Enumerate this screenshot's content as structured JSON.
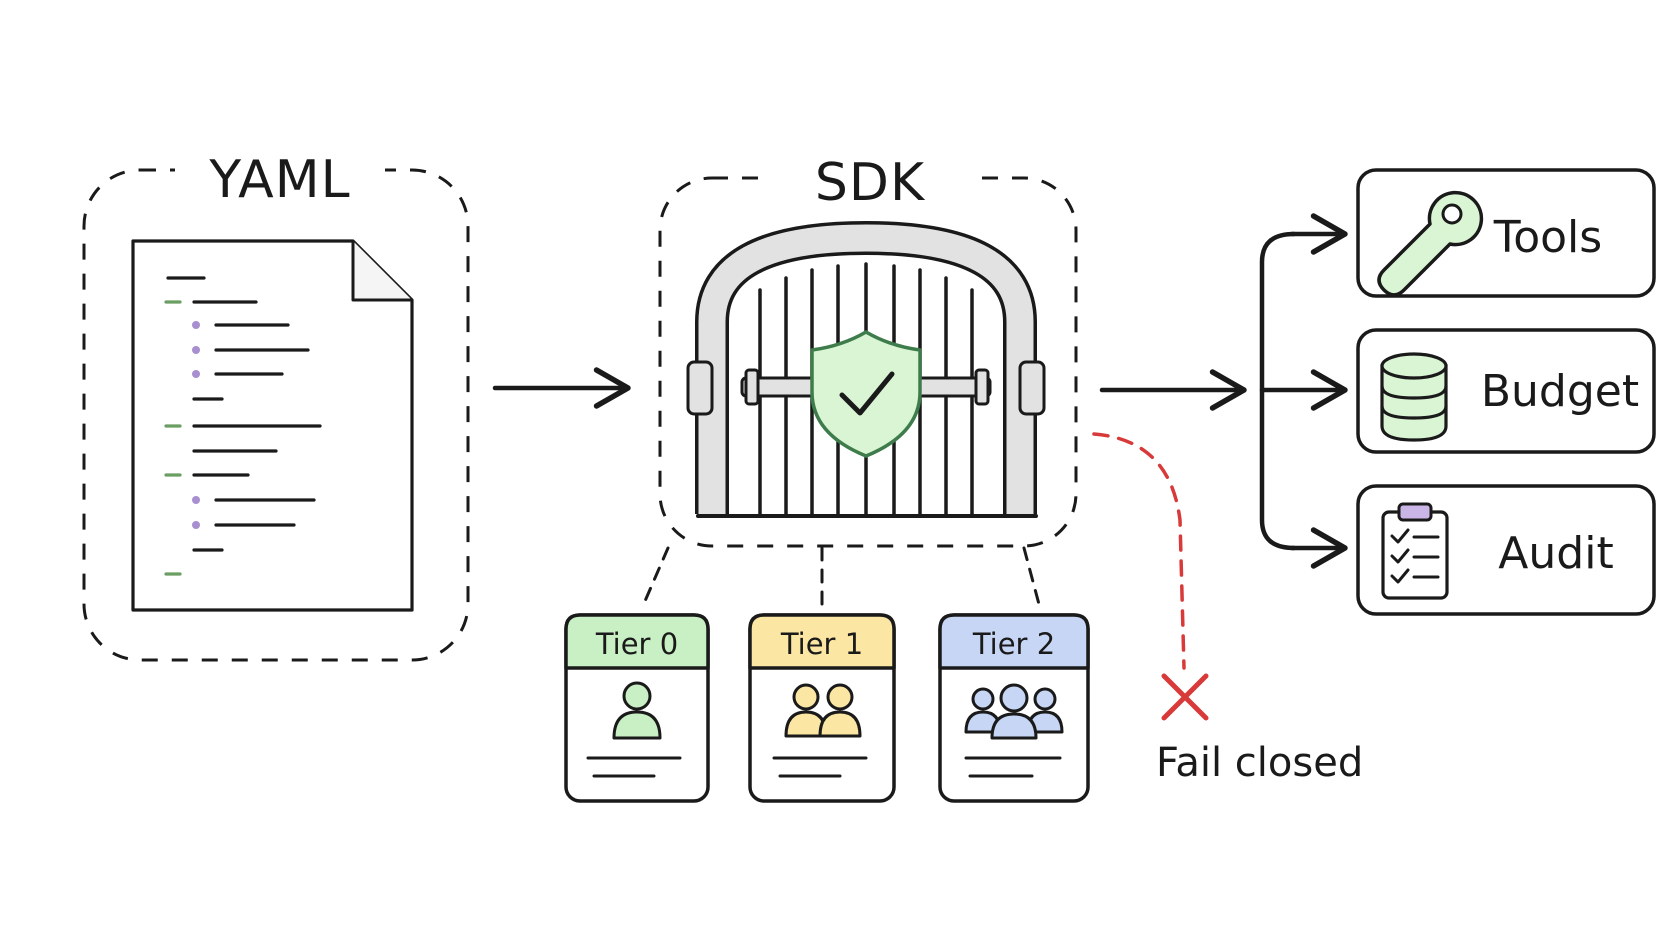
{
  "stages": {
    "yaml": {
      "label": "YAML"
    },
    "sdk": {
      "label": "SDK"
    }
  },
  "destinations": [
    {
      "label": "Tools",
      "icon": "wrench-icon"
    },
    {
      "label": "Budget",
      "icon": "database-icon"
    },
    {
      "label": "Audit",
      "icon": "clipboard-checklist-icon"
    }
  ],
  "tiers": [
    {
      "label": "Tier 0",
      "icon": "single-user-icon",
      "color": "#c9efc4"
    },
    {
      "label": "Tier 1",
      "icon": "two-users-icon",
      "color": "#fbe7a3"
    },
    {
      "label": "Tier 2",
      "icon": "user-group-icon",
      "color": "#c6d6f4"
    }
  ],
  "fail": {
    "label": "Fail closed",
    "color": "#d83a3a"
  },
  "colors": {
    "ink": "#1a1a1a",
    "shield_fill": "#d9f5d4",
    "shield_stroke": "#3e7d4b",
    "gate_grey": "#e2e2e2",
    "yaml_key_green": "#6a9e62",
    "yaml_list_purple": "#a88fd0"
  }
}
